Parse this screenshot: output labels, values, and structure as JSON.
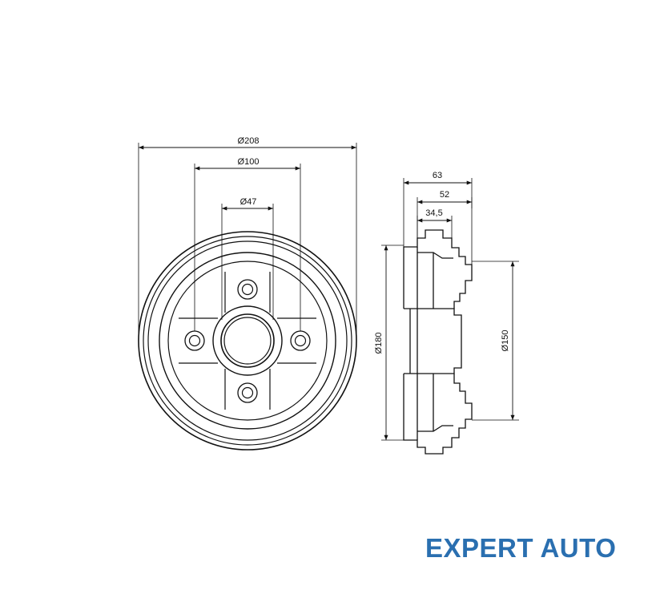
{
  "dimensions": {
    "outer_diameter": "Ø208",
    "bolt_circle": "Ø100",
    "center_bore": "Ø47",
    "drum_diameter": "Ø180",
    "hub_diameter": "Ø150",
    "total_width": "63",
    "drum_width": "52",
    "hub_width": "34,5"
  },
  "brand": {
    "text": "EXPERT AUTO",
    "color": "#2a6fb0"
  },
  "colors": {
    "line": "#111111"
  }
}
